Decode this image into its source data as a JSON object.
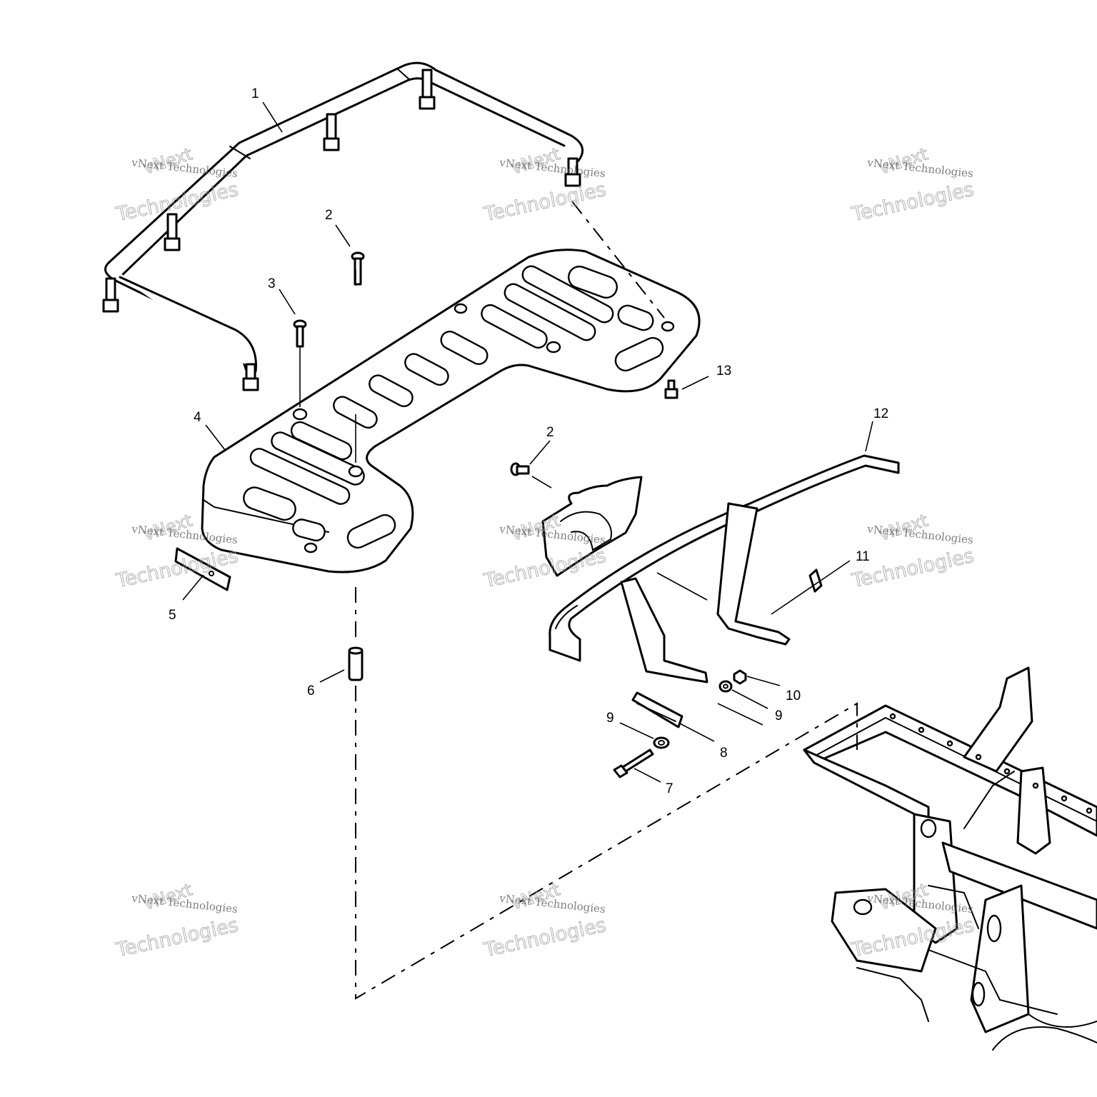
{
  "diagram": {
    "callouts": [
      "1",
      "2",
      "3",
      "4",
      "13",
      "12",
      "2",
      "11",
      "5",
      "6",
      "10",
      "9",
      "9",
      "8",
      "7"
    ]
  },
  "watermarks": [
    {
      "line1": "vNext Technologies",
      "line2": "Technologies",
      "line3": "vNext"
    },
    {
      "line1": "vNext Technologies",
      "line2": "Technologies",
      "line3": "vNext"
    },
    {
      "line1": "vNext Technologies",
      "line2": "Technologies",
      "line3": "vNext"
    },
    {
      "line1": "vNext Technologies",
      "line2": "Technologies",
      "line3": "vNext"
    },
    {
      "line1": "vNext Technologies",
      "line2": "Technologies",
      "line3": "vNext"
    },
    {
      "line1": "vNext Technologies",
      "line2": "Technologies",
      "line3": "vNext"
    },
    {
      "line1": "vNext Technologies",
      "line2": "Technologies",
      "line3": "vNext"
    },
    {
      "line1": "vNext Technologies",
      "line2": "Technologies",
      "line3": "vNext"
    },
    {
      "line1": "vNext Technologies",
      "line2": "Technologies",
      "line3": "vNext"
    }
  ]
}
